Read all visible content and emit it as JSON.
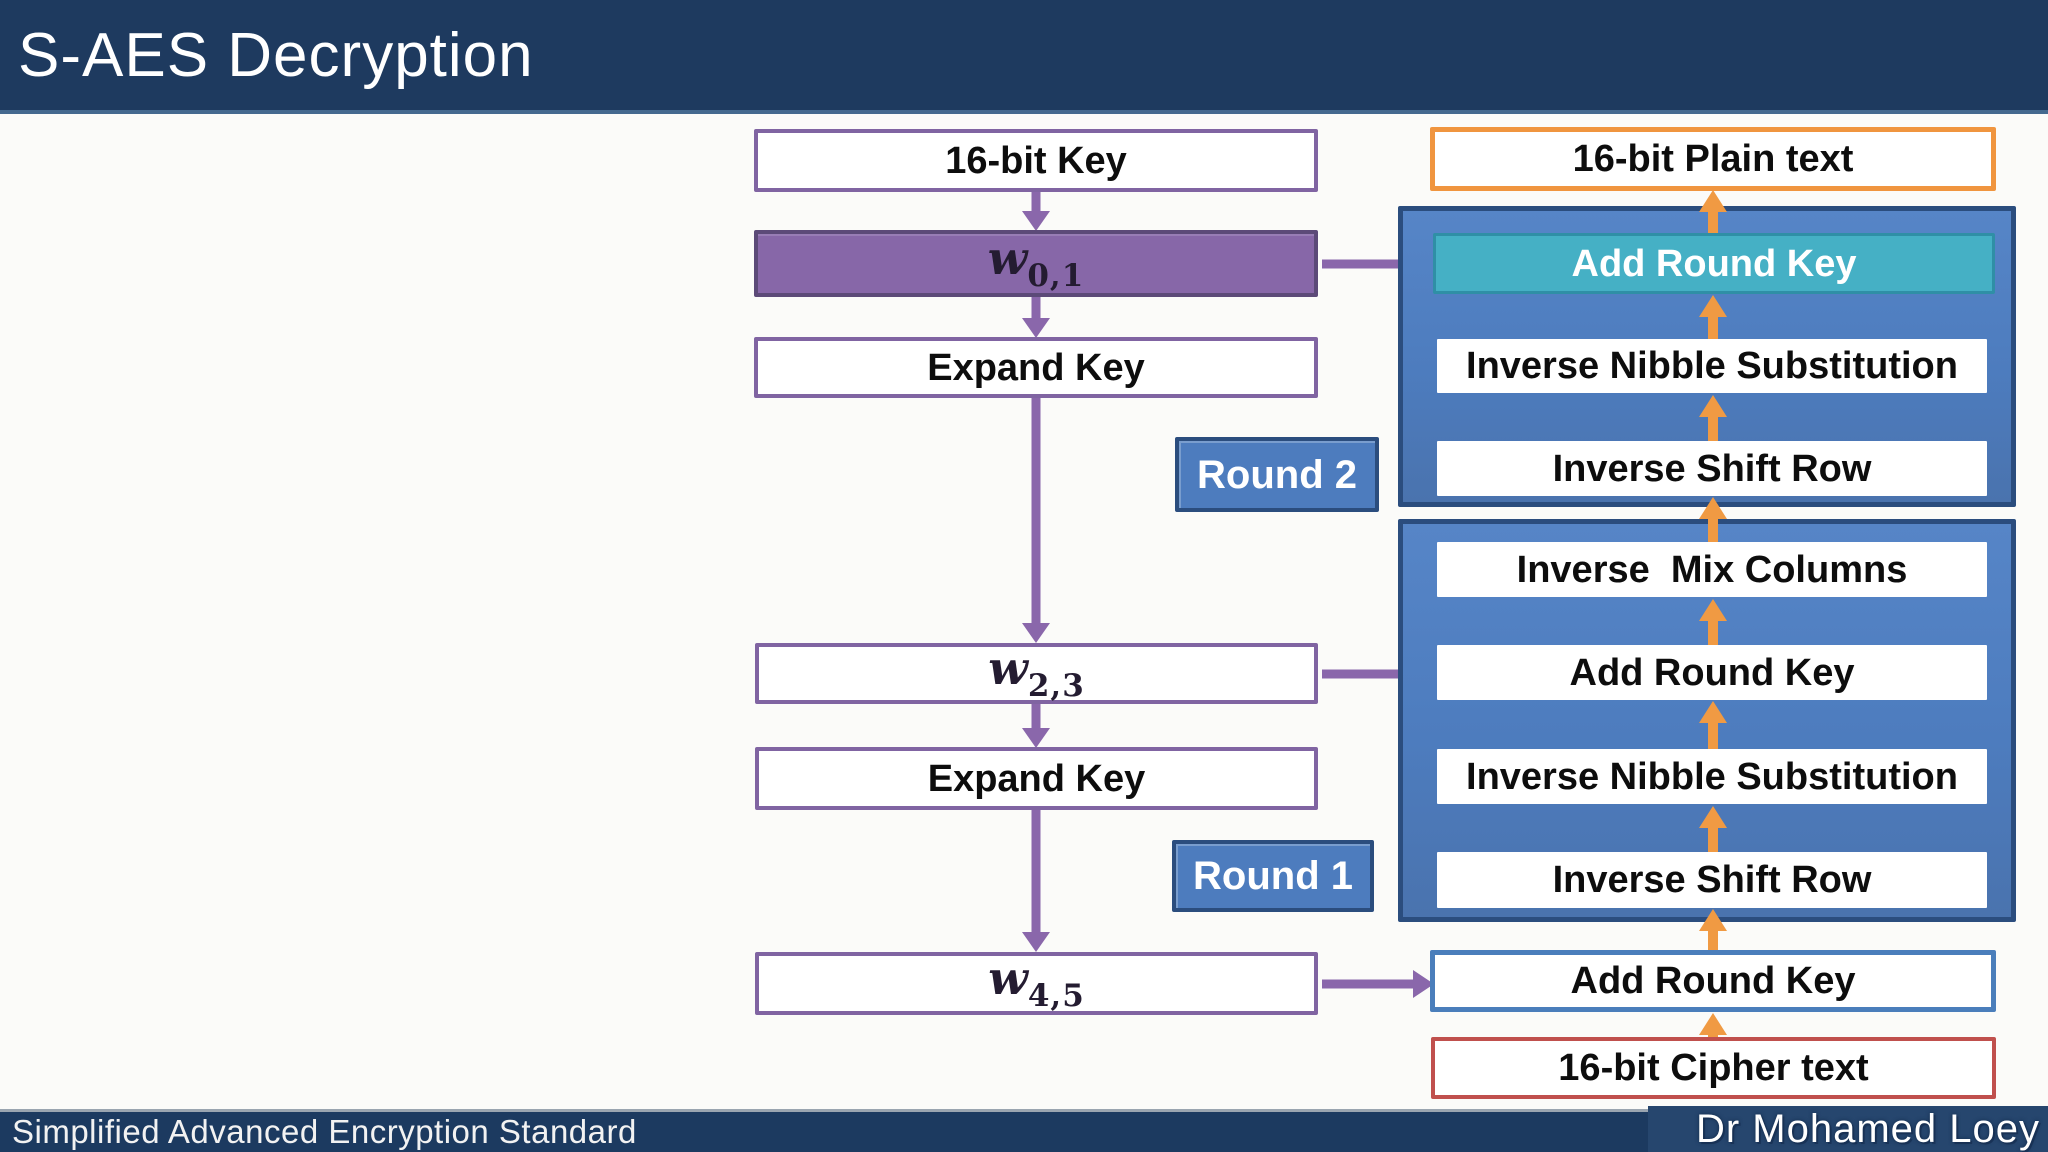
{
  "header": {
    "title": "S-AES Decryption"
  },
  "footer": {
    "left": "Simplified Advanced Encryption Standard",
    "right": "Dr Mohamed Loey"
  },
  "diagram": {
    "key_path": {
      "key_input": "16-bit Key",
      "w01": {
        "base": "w",
        "sub": "0,1"
      },
      "expand1": "Expand Key",
      "w23": {
        "base": "w",
        "sub": "2,3"
      },
      "expand2": "Expand Key",
      "w45": {
        "base": "w",
        "sub": "4,5"
      }
    },
    "round_labels": {
      "round2": "Round 2",
      "round1": "Round 1"
    },
    "cipher_path": {
      "plaintext": "16-bit Plain text",
      "round2": {
        "add_round_key": "Add Round Key",
        "inverse_nibble_substitution": "Inverse Nibble Substitution",
        "inverse_shift_row": "Inverse Shift Row"
      },
      "round1": {
        "inverse_mix_columns": "Inverse  Mix Columns",
        "add_round_key": "Add Round Key",
        "inverse_nibble_substitution": "Inverse Nibble Substitution",
        "inverse_shift_row": "Inverse Shift Row"
      },
      "add_round_key_final": "Add Round Key",
      "ciphertext": "16-bit Cipher text"
    }
  },
  "colors": {
    "navy": "#1e3a5f",
    "purple": "#8064a2",
    "group_blue": "#4d7cbe",
    "teal": "#45b0c5",
    "orange": "#f0953f",
    "red": "#c0504d",
    "blue_border": "#4a7ebb"
  }
}
